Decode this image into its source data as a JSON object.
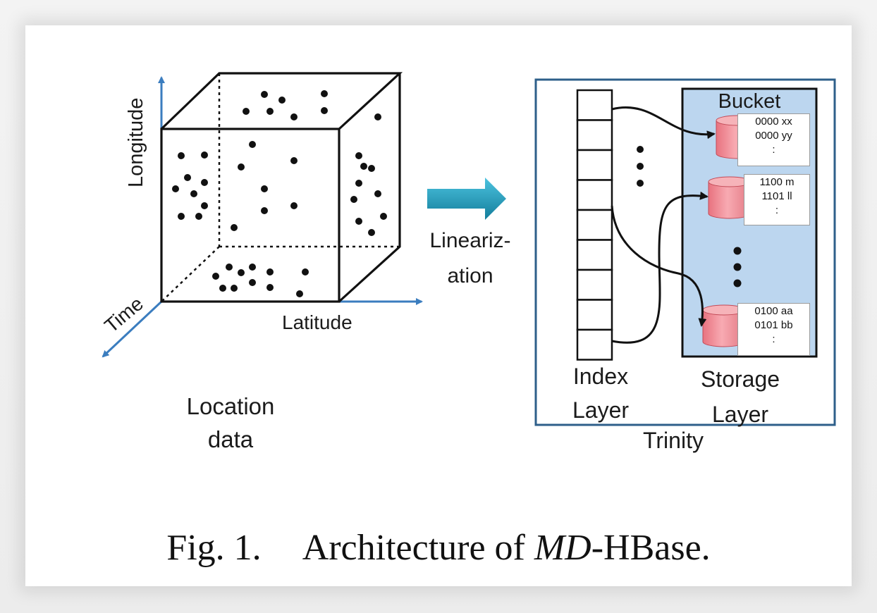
{
  "cube": {
    "axis_labels": {
      "longitude": "Longitude",
      "latitude": "Latitude",
      "time": "Time"
    },
    "caption": "Location\ndata"
  },
  "arrow_label": "Lineariz-\nation",
  "trinity": {
    "title": "Trinity",
    "index_layer_label": "Index\nLayer",
    "storage_layer_label": "Storage\nLayer",
    "bucket_label": "Bucket",
    "buckets": [
      {
        "lines": [
          "0000 xx",
          "0000 yy",
          ":"
        ]
      },
      {
        "lines": [
          "1100 m",
          "1101 ll",
          ":"
        ]
      },
      {
        "lines": [
          "0100 aa",
          "0101 bb",
          ":"
        ]
      }
    ]
  },
  "figure_caption": {
    "prefix": "Fig. 1.",
    "text_before": "Architecture of ",
    "calligraphic": "MD",
    "text_after": "-HBase."
  },
  "colors": {
    "axis_blue": "#3b7dbf",
    "frame_blue": "#2e5f8a",
    "storage_fill": "#bcd6ef",
    "cylinder_pink": "#f29aa3",
    "arrow_teal": "#1e98b8"
  }
}
